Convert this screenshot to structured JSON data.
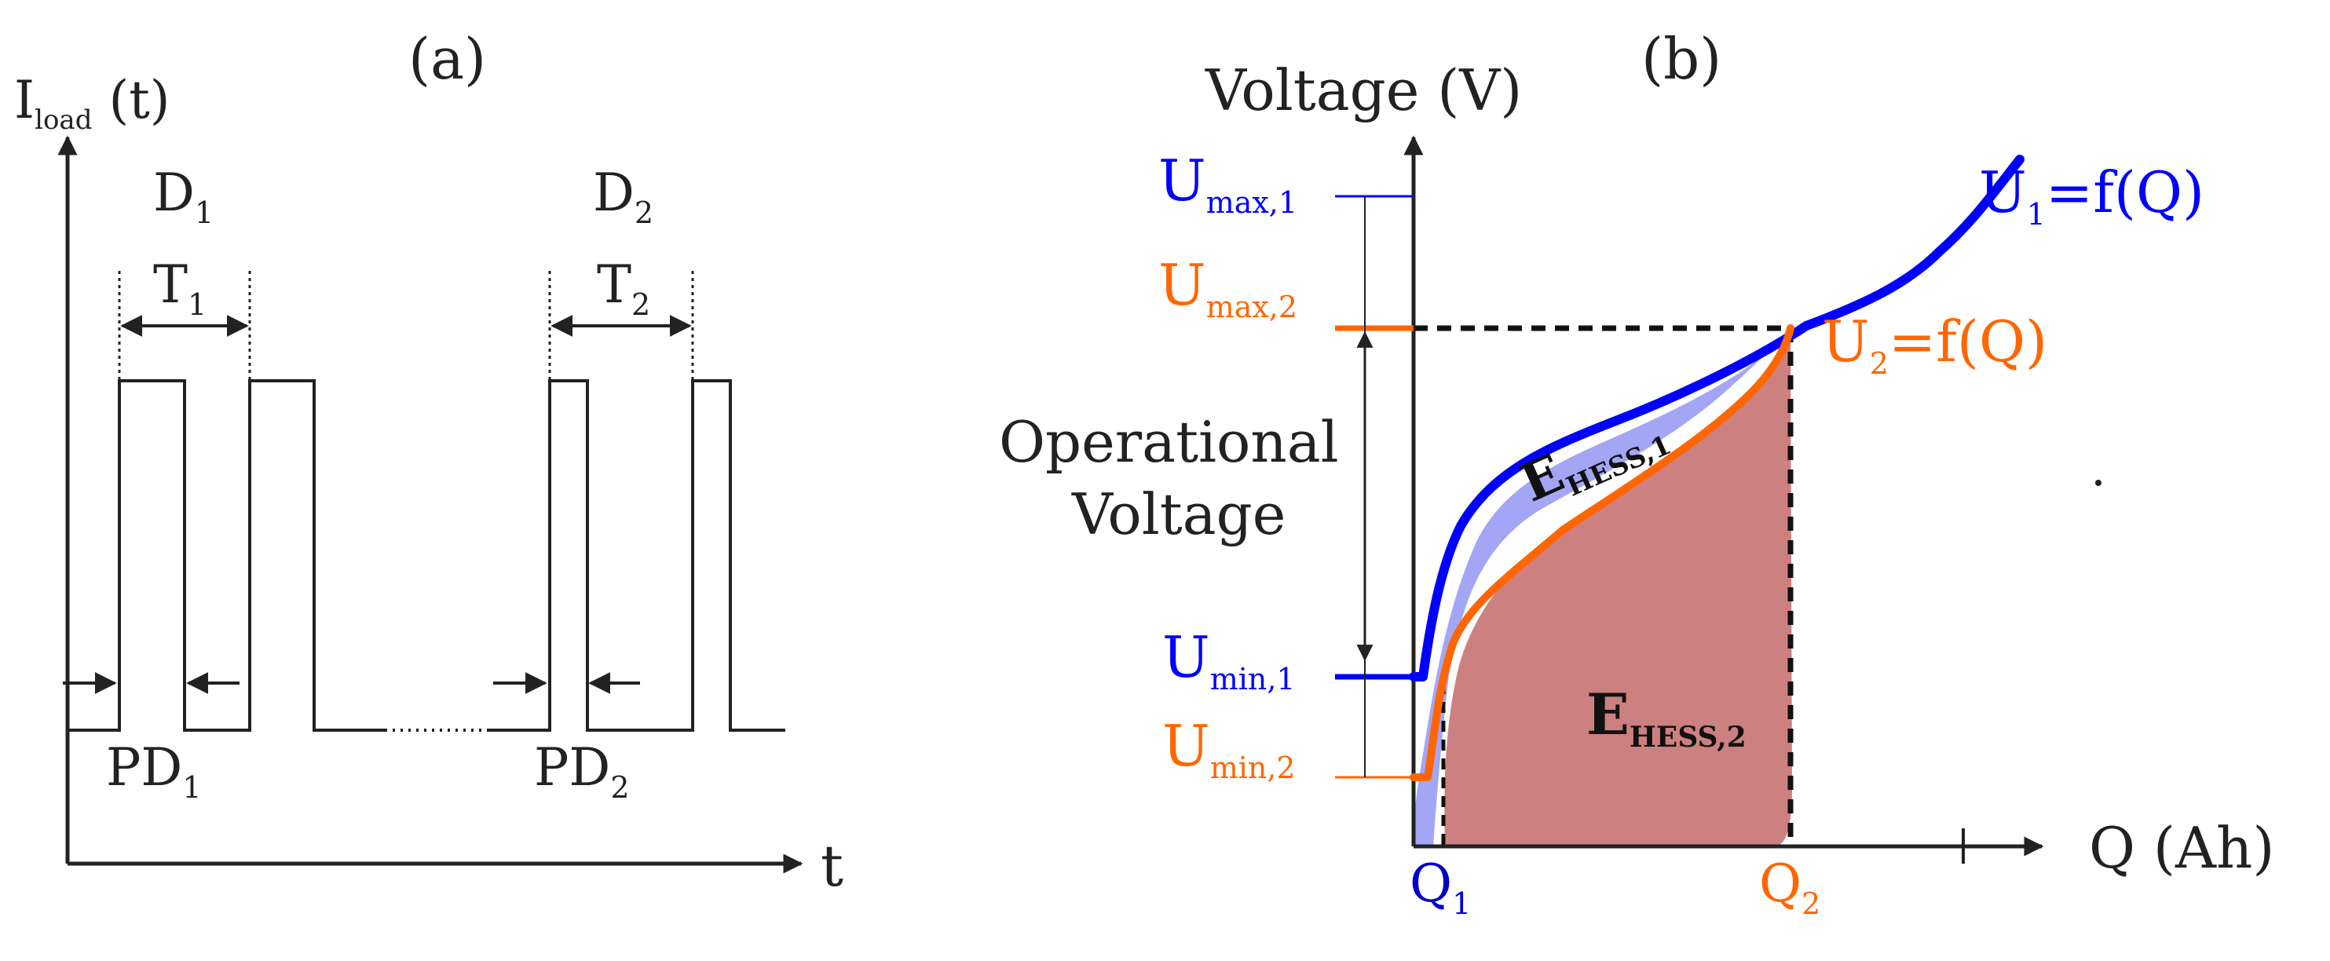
{
  "panel_a": {
    "label": "(a)",
    "y_axis": {
      "base": "I",
      "sub": "load",
      "suffix": " (t)"
    },
    "x_axis": "t",
    "groups": [
      {
        "D": "D",
        "D_sub": "1",
        "T": "T",
        "T_sub": "1",
        "PD": "PD",
        "PD_sub": "1"
      },
      {
        "D": "D",
        "D_sub": "2",
        "T": "T",
        "T_sub": "2",
        "PD": "PD",
        "PD_sub": "2"
      }
    ]
  },
  "panel_b": {
    "label": "(b)",
    "y_axis": "Voltage (V)",
    "x_axis": "Q (Ah)",
    "operational_voltage": [
      "Operational",
      "Voltage"
    ],
    "levels": [
      {
        "base": "U",
        "sub": "max,1",
        "color": "#0000ff"
      },
      {
        "base": "U",
        "sub": "max,2",
        "color": "#ff6600"
      },
      {
        "base": "U",
        "sub": "min,1",
        "color": "#0000ff"
      },
      {
        "base": "U",
        "sub": "min,2",
        "color": "#ff6600"
      }
    ],
    "curves": [
      {
        "base": "U",
        "sub": "1",
        "suffix": "=f(Q)",
        "color": "#0000ff"
      },
      {
        "base": "U",
        "sub": "2",
        "suffix": "=f(Q)",
        "color": "#ff6600"
      }
    ],
    "regions": [
      {
        "base": "E",
        "sub": "HESS,1",
        "fill": "#a3a6f5"
      },
      {
        "base": "E",
        "sub": "HESS,2",
        "fill": "#cd8080"
      }
    ],
    "q_marks": [
      {
        "base": "Q",
        "sub": "1",
        "color": "#0000cc"
      },
      {
        "base": "Q",
        "sub": "2",
        "color": "#ff6600"
      }
    ]
  }
}
